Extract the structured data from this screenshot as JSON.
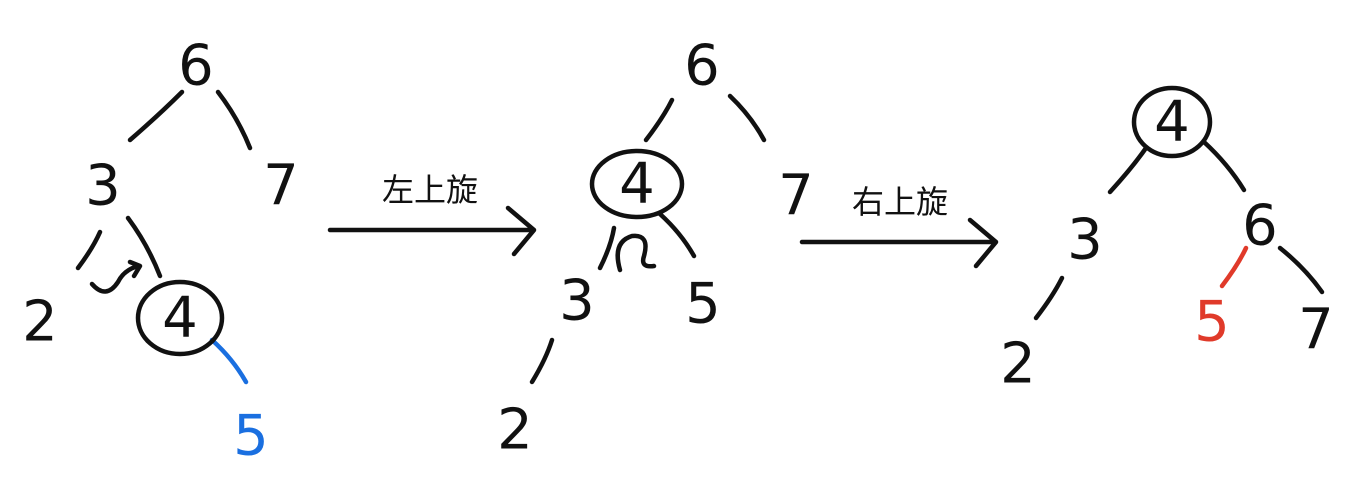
{
  "colors": {
    "ink": "#111111",
    "highlight_blue": "#1a6fe0",
    "highlight_red": "#e03a2a"
  },
  "steps": [
    {
      "label": "左上旋"
    },
    {
      "label": "右上旋"
    }
  ],
  "trees": [
    {
      "nodes": [
        {
          "id": "6",
          "label": "6",
          "circled": false
        },
        {
          "id": "3",
          "label": "3",
          "circled": false
        },
        {
          "id": "7",
          "label": "7",
          "circled": false
        },
        {
          "id": "2",
          "label": "2",
          "circled": false
        },
        {
          "id": "4",
          "label": "4",
          "circled": true
        },
        {
          "id": "5",
          "label": "5",
          "circled": false,
          "color": "blue"
        }
      ],
      "edges": [
        {
          "from": "6",
          "to": "3"
        },
        {
          "from": "6",
          "to": "7"
        },
        {
          "from": "3",
          "to": "2"
        },
        {
          "from": "3",
          "to": "4"
        },
        {
          "from": "4",
          "to": "5",
          "color": "blue"
        }
      ],
      "rotation_marker": {
        "at": "3-4",
        "direction": "left"
      }
    },
    {
      "nodes": [
        {
          "id": "6",
          "label": "6",
          "circled": false
        },
        {
          "id": "4",
          "label": "4",
          "circled": true
        },
        {
          "id": "7",
          "label": "7",
          "circled": false
        },
        {
          "id": "3",
          "label": "3",
          "circled": false
        },
        {
          "id": "5",
          "label": "5",
          "circled": false
        },
        {
          "id": "2",
          "label": "2",
          "circled": false
        }
      ],
      "edges": [
        {
          "from": "6",
          "to": "4"
        },
        {
          "from": "6",
          "to": "7"
        },
        {
          "from": "4",
          "to": "3"
        },
        {
          "from": "4",
          "to": "5"
        },
        {
          "from": "3",
          "to": "2"
        }
      ],
      "rotation_marker": {
        "at": "4-6",
        "direction": "right"
      }
    },
    {
      "nodes": [
        {
          "id": "4",
          "label": "4",
          "circled": true
        },
        {
          "id": "3",
          "label": "3",
          "circled": false
        },
        {
          "id": "6",
          "label": "6",
          "circled": false
        },
        {
          "id": "2",
          "label": "2",
          "circled": false
        },
        {
          "id": "5",
          "label": "5",
          "circled": false,
          "color": "red"
        },
        {
          "id": "7",
          "label": "7",
          "circled": false
        }
      ],
      "edges": [
        {
          "from": "4",
          "to": "3"
        },
        {
          "from": "4",
          "to": "6"
        },
        {
          "from": "3",
          "to": "2"
        },
        {
          "from": "6",
          "to": "5",
          "color": "red"
        },
        {
          "from": "6",
          "to": "7"
        }
      ]
    }
  ]
}
